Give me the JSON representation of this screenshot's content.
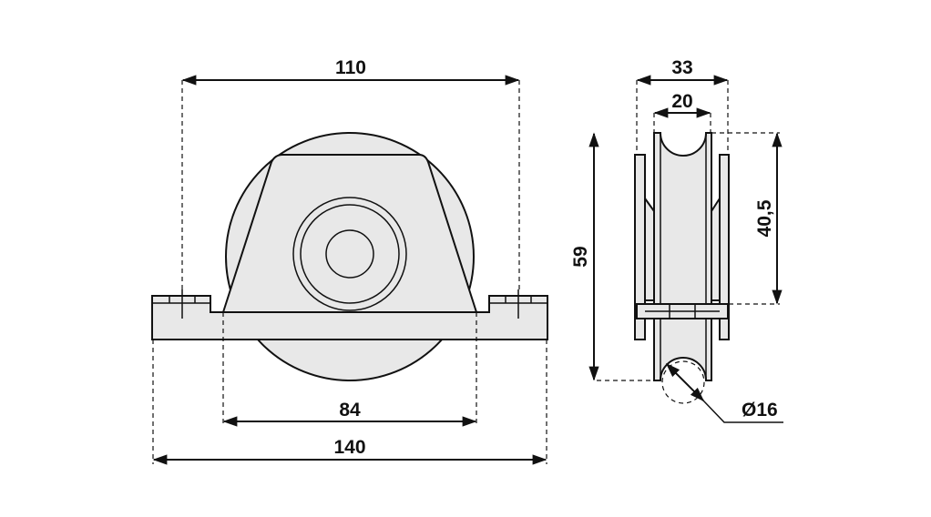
{
  "drawing": {
    "front_view": {
      "dimensions": {
        "top_width": "110",
        "bracket_base_width": "84",
        "overall_width": "140"
      }
    },
    "side_view": {
      "dimensions": {
        "outer_width": "33",
        "wheel_width": "20",
        "overall_height": "59",
        "axle_height": "40,5",
        "groove_diameter": "Ø16"
      }
    }
  }
}
